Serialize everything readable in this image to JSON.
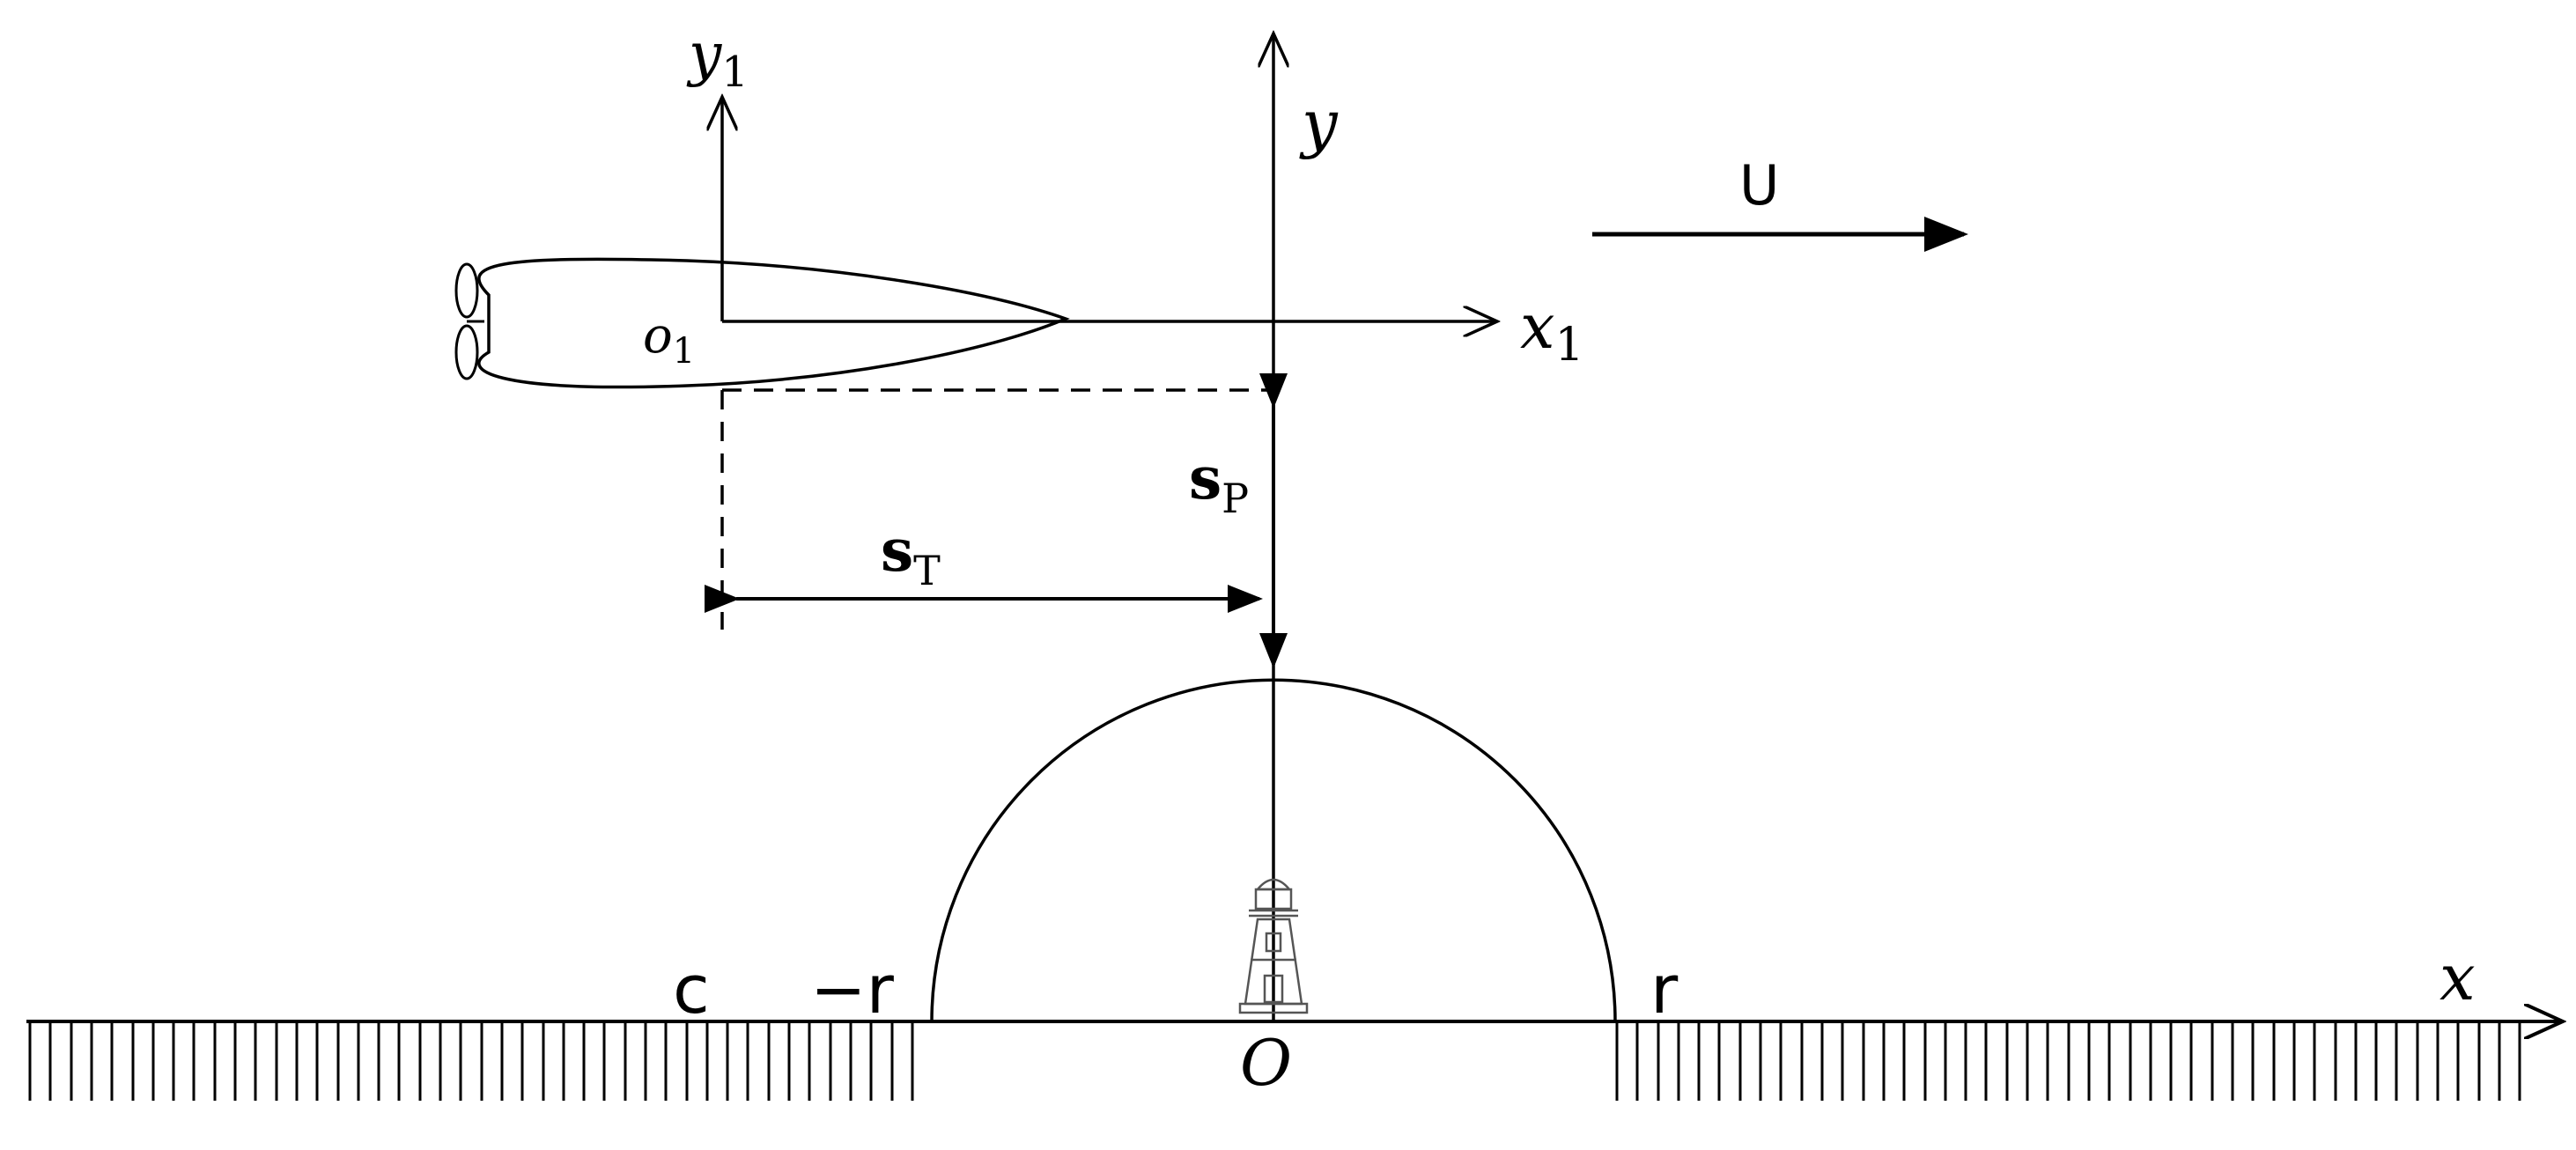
{
  "axes": {
    "y1": {
      "name": "y",
      "sub": "1"
    },
    "x1": {
      "name": "x",
      "sub": "1"
    },
    "y": {
      "name": "y"
    },
    "x": {
      "name": "x"
    },
    "o1": {
      "name": "o",
      "sub": "1"
    },
    "origin": {
      "name": "O"
    }
  },
  "flow": {
    "label": "U"
  },
  "distances": {
    "sp": {
      "name": "s",
      "sub": "P"
    },
    "st": {
      "name": "s",
      "sub": "T"
    }
  },
  "ground_labels": {
    "c": "c",
    "neg_r": "−r",
    "r": "r"
  },
  "icons": {
    "submarine": "submarine-icon",
    "lighthouse": "lighthouse-icon"
  },
  "colors": {
    "stroke": "#000000",
    "lighthouse": "#555555"
  }
}
